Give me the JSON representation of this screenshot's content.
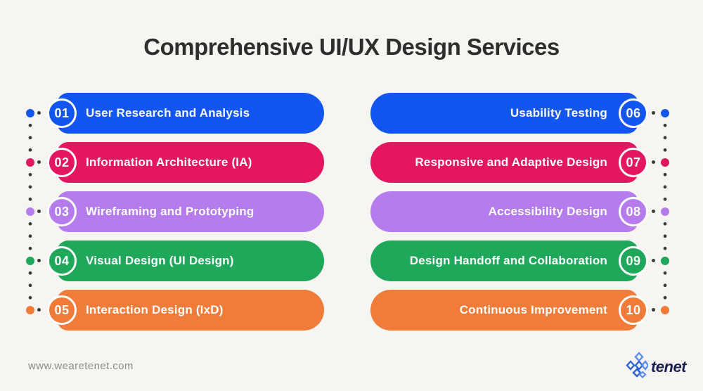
{
  "header": {
    "title": "Comprehensive UI/UX Design Services"
  },
  "services": [
    {
      "number": "01",
      "label": "User Research and Analysis",
      "color": "#1355f0",
      "side": "left"
    },
    {
      "number": "02",
      "label": "Information Architecture (IA)",
      "color": "#e4165f",
      "side": "left"
    },
    {
      "number": "03",
      "label": "Wireframing and Prototyping",
      "color": "#b67cee",
      "side": "left"
    },
    {
      "number": "04",
      "label": "Visual Design (UI Design)",
      "color": "#1fa85a",
      "side": "left"
    },
    {
      "number": "05",
      "label": "Interaction Design (IxD)",
      "color": "#f17b38",
      "side": "left"
    },
    {
      "number": "06",
      "label": "Usability Testing",
      "color": "#1355f0",
      "side": "right"
    },
    {
      "number": "07",
      "label": "Responsive and Adaptive Design",
      "color": "#e4165f",
      "side": "right"
    },
    {
      "number": "08",
      "label": "Accessibility Design",
      "color": "#b67cee",
      "side": "right"
    },
    {
      "number": "09",
      "label": "Design Handoff and Collaboration",
      "color": "#1fa85a",
      "side": "right"
    },
    {
      "number": "10",
      "label": "Continuous Improvement",
      "color": "#f17b38",
      "side": "right"
    }
  ],
  "footer": {
    "website": "www.wearetenet.com",
    "brand": "tenet"
  },
  "icons": {
    "logo_mark": "tenet-diamond-cross-logo"
  },
  "colors": {
    "background": "#f7f5f2",
    "title_text": "#2e2e2e",
    "pill_text": "#ffffff",
    "badge_ring": "#ffffff",
    "dot_gray": "#3c3c3c",
    "blue": "#1355f0",
    "crimson": "#e4165f",
    "purple": "#b67cee",
    "green": "#1fa85a",
    "orange": "#f17b38",
    "footer_text": "#8c8c8c",
    "brand_navy": "#1a2153",
    "logo_blue_light": "#5b8df5",
    "logo_blue_dark": "#2e62d9"
  }
}
